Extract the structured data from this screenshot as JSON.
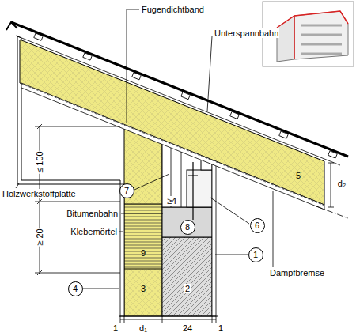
{
  "diagram": {
    "nodes": [
      {
        "text": [
          "7"
        ]
      },
      {
        "text": [
          "8"
        ]
      },
      {
        "text": [
          "6"
        ]
      },
      {
        "text": [
          "1"
        ]
      },
      {
        "text": [
          "4"
        ]
      }
    ],
    "labels": [
      "Fugendichtband",
      "Unterspannbahn",
      "5",
      "d₂",
      "≤ 100",
      "Holzwerkstoffplatte",
      "Bitumenbahn",
      "≥4",
      "Klebemörtel",
      "≥ 20",
      "9",
      "Dampfbremse",
      "3",
      "2",
      "1",
      "d₁",
      "24",
      "1"
    ]
  }
}
